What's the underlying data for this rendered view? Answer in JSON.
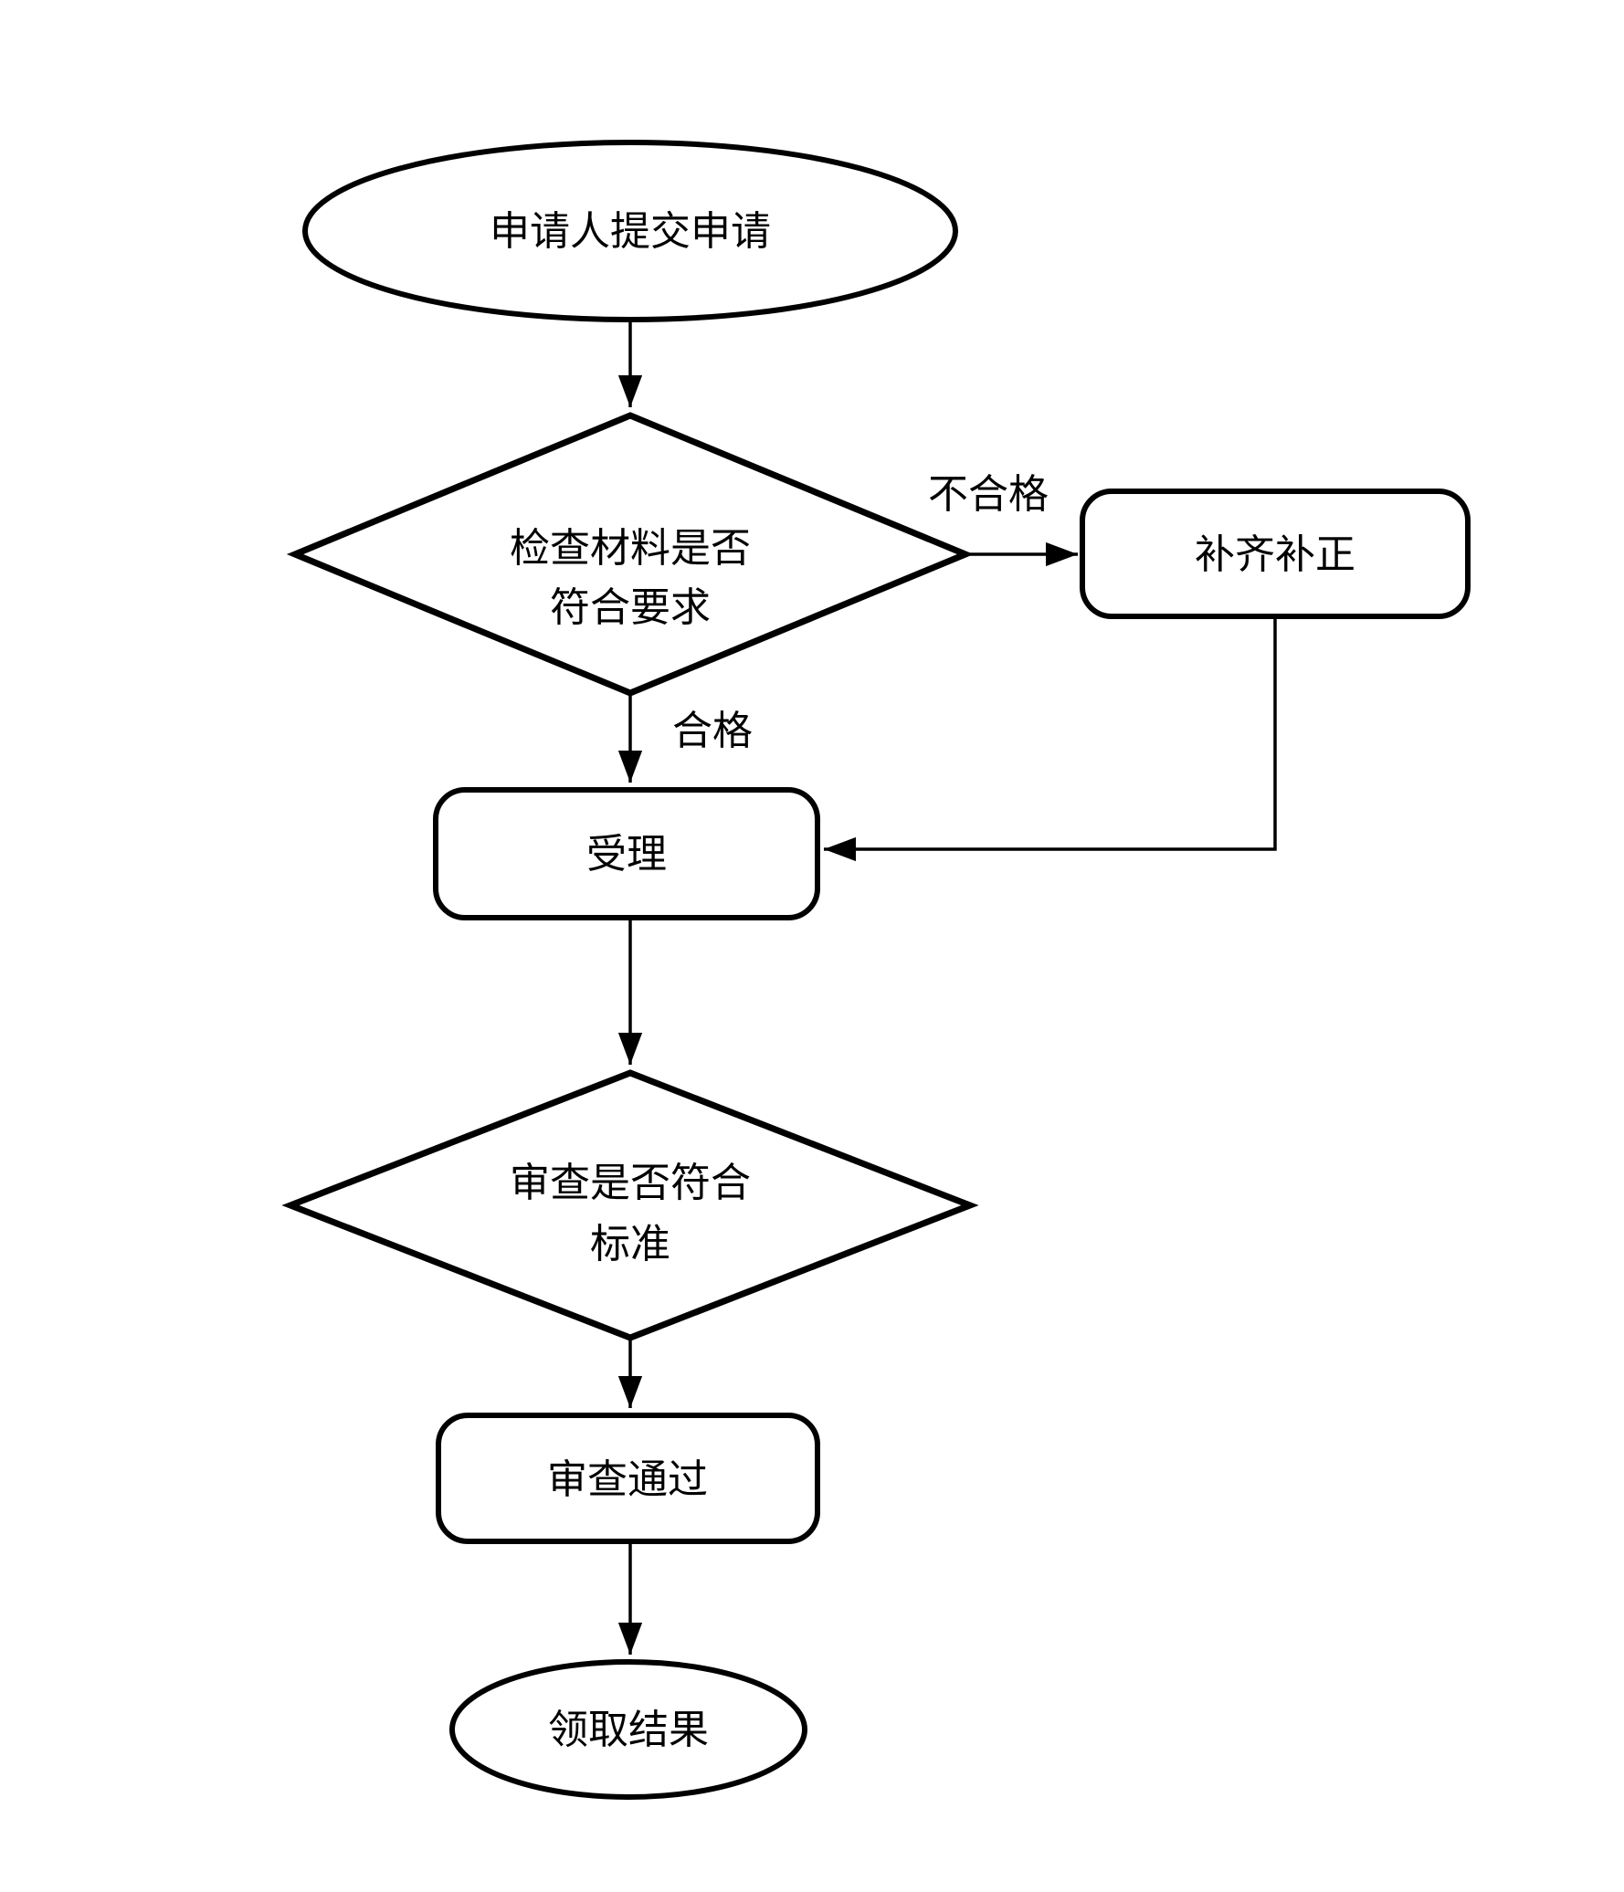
{
  "diagram": {
    "type": "flowchart",
    "nodes": {
      "start": {
        "type": "ellipse",
        "label": "申请人提交申请"
      },
      "check": {
        "type": "diamond",
        "line1": "检查材料是否",
        "line2": "符合要求"
      },
      "supplement": {
        "type": "rounded-rect",
        "label": "补齐补正"
      },
      "accept": {
        "type": "rounded-rect",
        "label": "受理"
      },
      "review": {
        "type": "diamond",
        "line1": "审查是否符合",
        "line2": "标准"
      },
      "pass": {
        "type": "rounded-rect",
        "label": "审查通过"
      },
      "end": {
        "type": "ellipse",
        "label": "领取结果"
      }
    },
    "edge_labels": {
      "unqualified": "不合格",
      "qualified": "合格"
    },
    "colors": {
      "stroke": "#000000",
      "fill": "#ffffff",
      "background": "#ffffff"
    }
  }
}
